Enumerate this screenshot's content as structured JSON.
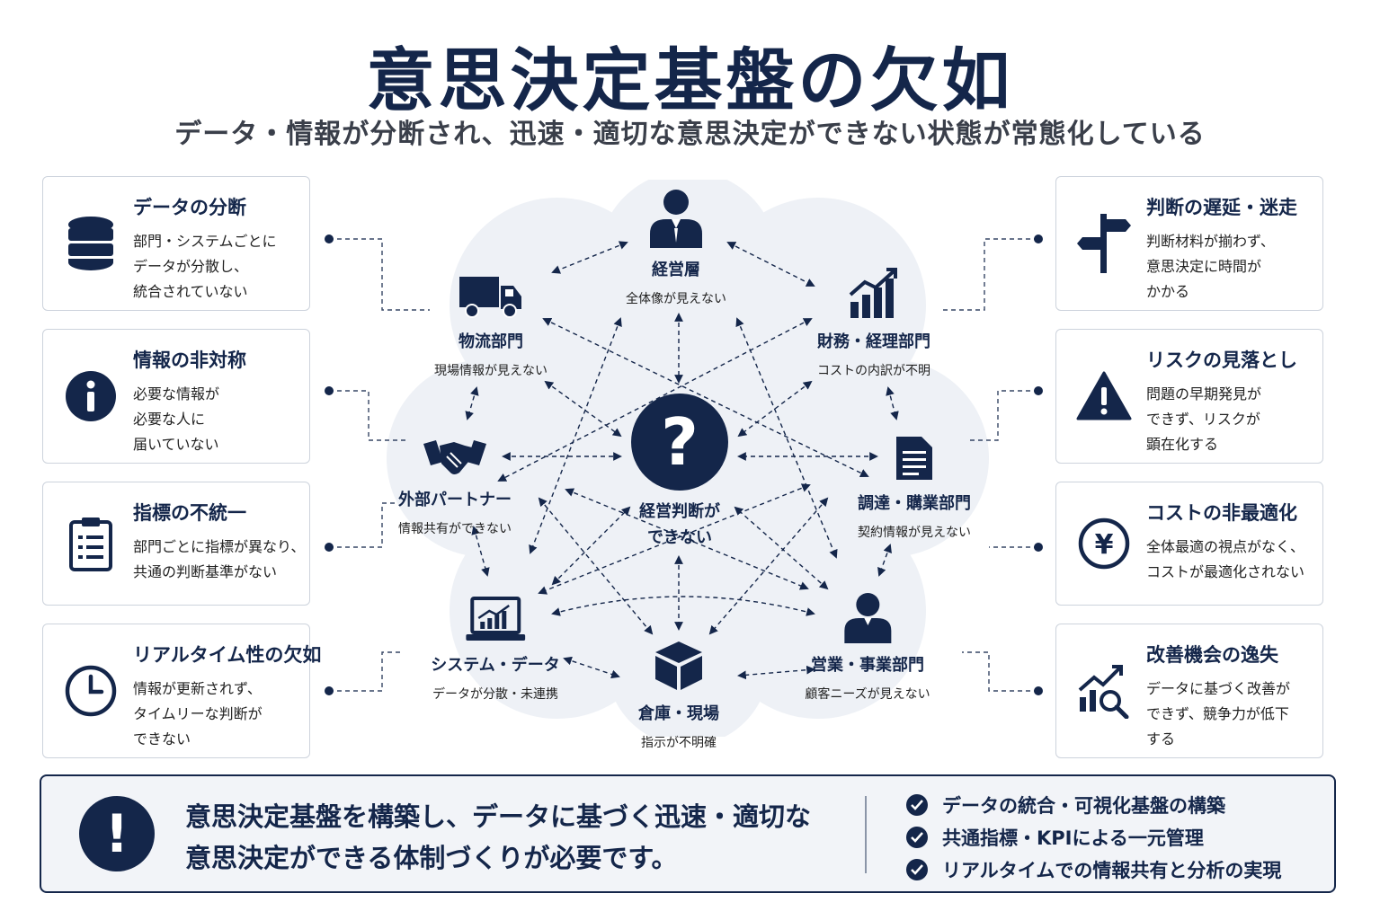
{
  "title": "意思決定基盤の欠如",
  "subtitle": "データ・情報が分断され、迅速・適切な意思決定ができない状態が常態化している",
  "left_cards": [
    {
      "title": "データの分断",
      "body": "部門・システムごとに\nデータが分散し、\n統合されていない",
      "icon": "database-icon"
    },
    {
      "title": "情報の非対称",
      "body": "必要な情報が\n必要な人に\n届いていない",
      "icon": "info-icon"
    },
    {
      "title": "指標の不統一",
      "body": "部門ごとに指標が異なり、\n共通の判断基準がない",
      "icon": "clipboard-icon"
    },
    {
      "title": "リアルタイム性の欠如",
      "body": "情報が更新されず、\nタイムリーな判断が\nできない",
      "icon": "clock-icon"
    }
  ],
  "right_cards": [
    {
      "title": "判断の遅延・迷走",
      "body": "判断材料が揃わず、\n意思決定に時間が\nかかる",
      "icon": "signpost-icon"
    },
    {
      "title": "リスクの見落とし",
      "body": "問題の早期発見が\nできず、リスクが\n顕在化する",
      "icon": "warning-icon"
    },
    {
      "title": "コストの非最適化",
      "body": "全体最適の視点がなく、\nコストが最適化されない",
      "icon": "yen-icon"
    },
    {
      "title": "改善機会の逸失",
      "body": "データに基づく改善が\nできず、競争力が低下\nする",
      "icon": "chart-search-icon"
    }
  ],
  "nodes": {
    "management": {
      "label": "経営層",
      "sub": "全体像が見えない",
      "icon": "executive-icon"
    },
    "logistics": {
      "label": "物流部門",
      "sub": "現場情報が見えない",
      "icon": "truck-icon"
    },
    "finance": {
      "label": "財務・経理部門",
      "sub": "コストの内訳が不明",
      "icon": "bar-chart-icon"
    },
    "partner": {
      "label": "外部パートナー",
      "sub": "情報共有ができない",
      "icon": "handshake-icon"
    },
    "procurement": {
      "label": "調達・購業部門",
      "sub": "契約情報が見えない",
      "icon": "document-icon"
    },
    "system": {
      "label": "システム・データ",
      "sub": "データが分散・未連携",
      "icon": "laptop-icon"
    },
    "sales": {
      "label": "営業・事業部門",
      "sub": "顧客ニーズが見えない",
      "icon": "person-icon"
    },
    "warehouse": {
      "label": "倉庫・現場",
      "sub": "指示が不明確",
      "icon": "box-icon"
    }
  },
  "center": {
    "symbol": "?",
    "label": "経営判断が\nできない"
  },
  "bottom": {
    "symbol": "!",
    "message": "意思決定基盤を構築し、データに基づく迅速・適切な\n意思決定ができる体制づくりが必要です。",
    "checks": [
      "データの統合・可視化基盤の構築",
      "共通指標・KPIによる一元管理",
      "リアルタイムでの情報共有と分析の実現"
    ]
  },
  "colors": {
    "navy": "#14264a",
    "cloud": "#eef1f6",
    "border": "#cdd3dc"
  }
}
